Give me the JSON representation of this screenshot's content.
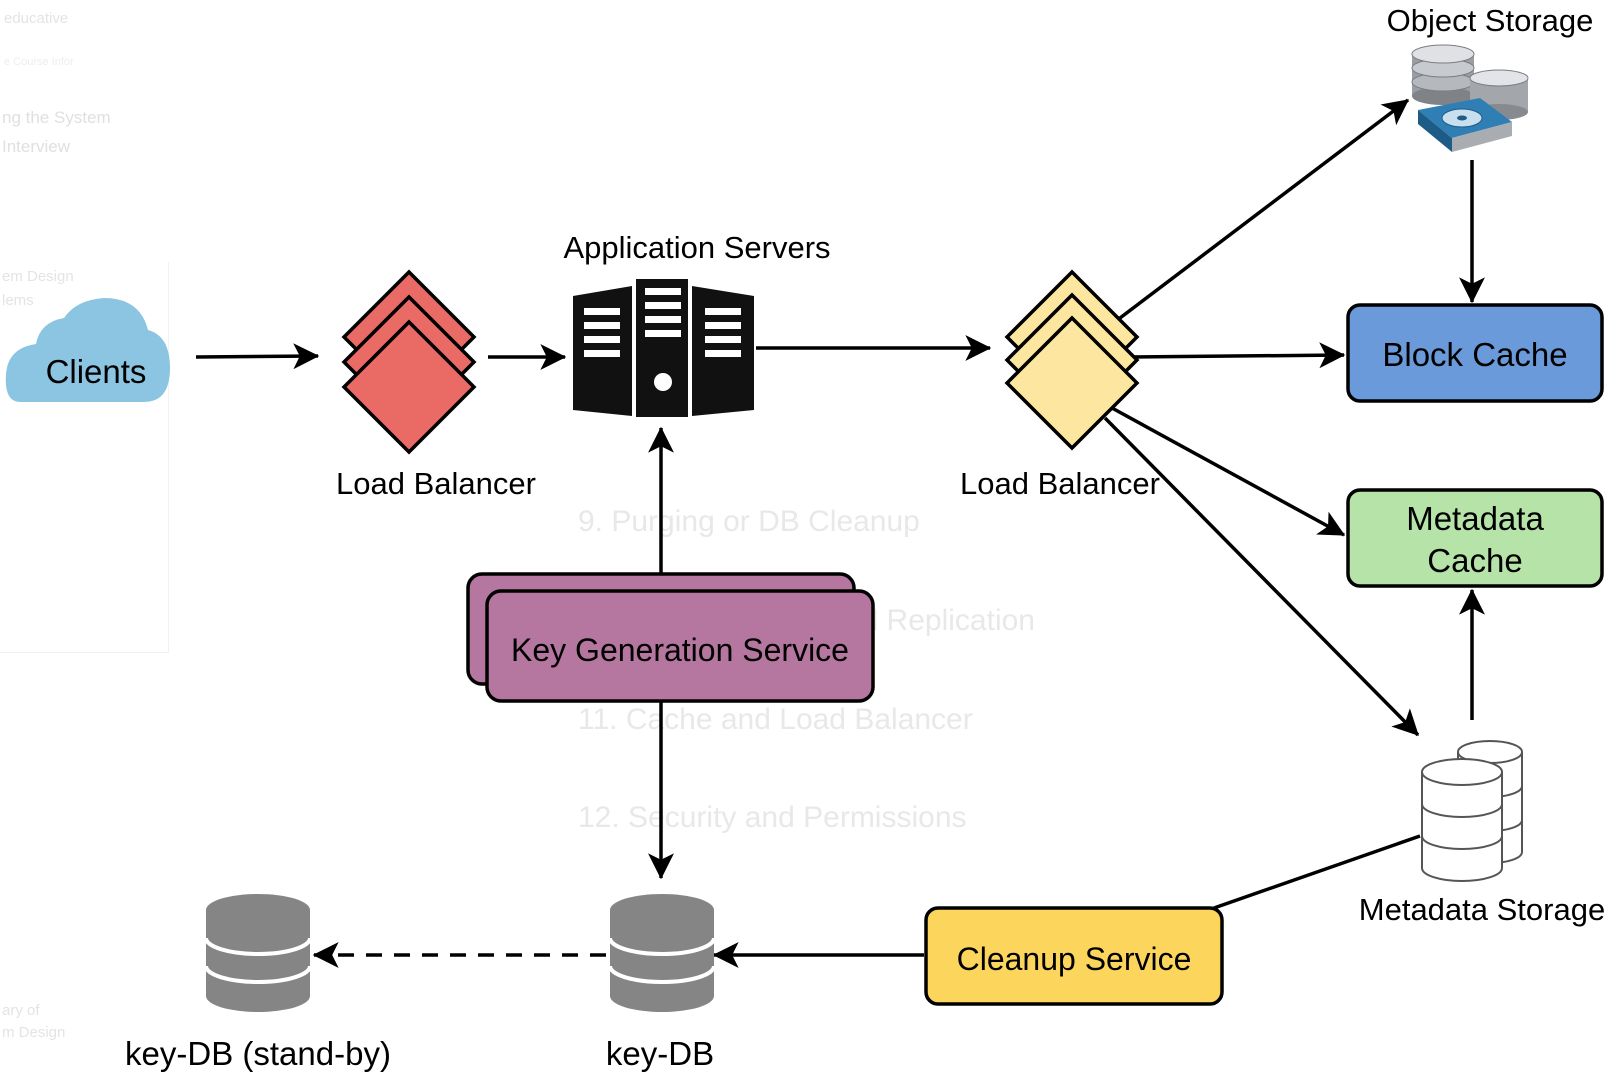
{
  "background_page": {
    "sidebar": {
      "brand": "educative",
      "items": [
        "e Course Infor",
        "ng the System",
        "Interview",
        "em Design",
        "lems",
        "ary of",
        "m Design"
      ]
    },
    "sections": [
      "9. Purging or DB Cleanup",
      "10. Data Sharding and Replication",
      "11. Cache and Load Balancer",
      "12. Security and Permissions"
    ]
  },
  "diagram": {
    "nodes": {
      "clients": {
        "label": "Clients",
        "icon": "cloud-icon"
      },
      "load_balancer_1": {
        "label": "Load Balancer",
        "icon": "diamond-stack-icon"
      },
      "app_servers": {
        "label": "Application Servers",
        "icon": "server-rack-icon"
      },
      "load_balancer_2": {
        "label": "Load Balancer",
        "icon": "diamond-stack-icon"
      },
      "object_storage": {
        "label": "Object Storage",
        "icon": "storage-disks-icon"
      },
      "block_cache": {
        "label": "Block Cache"
      },
      "metadata_cache": {
        "label_line1": "Metadata",
        "label_line2": "Cache"
      },
      "metadata_storage": {
        "label": "Metadata Storage",
        "icon": "database-icon"
      },
      "kgs": {
        "label": "Key Generation Service"
      },
      "cleanup": {
        "label": "Cleanup Service"
      },
      "key_db": {
        "label": "key-DB",
        "icon": "database-icon"
      },
      "key_db_standby": {
        "label": "key-DB (stand-by)",
        "icon": "database-icon"
      }
    },
    "colors": {
      "lb1_fill": "#ea6a66",
      "lb2_fill": "#fde6a0",
      "cloud_fill": "#8cc5e2",
      "block_cache_fill": "#6a9ad9",
      "metadata_cache_fill": "#b5e3a8",
      "kgs_fill": "#b576a0",
      "cleanup_fill": "#fcd65c",
      "db_gray": "#858585"
    }
  }
}
